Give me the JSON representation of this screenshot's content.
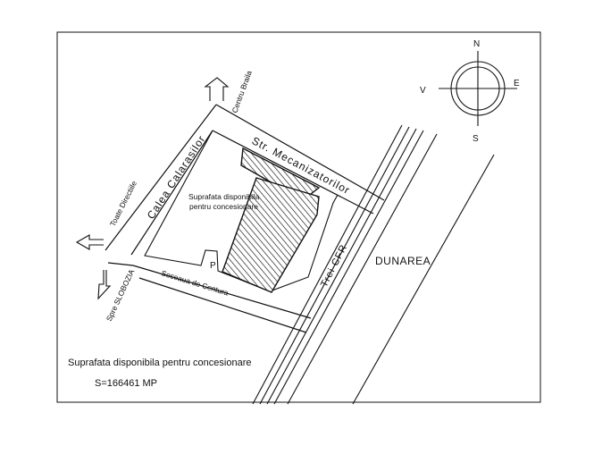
{
  "labels": {
    "centru_braila": "Centru Braila",
    "calea_calarasilor": "Calea Calarasilor",
    "str_mecanizatorilor": "Str. Mecanizatorilor",
    "toate_directiile": "Toate Directiile",
    "suprafata_line1": "Suprafata disponibila",
    "suprafata_line2": "pentru concesionare",
    "dunarea": "DUNAREA",
    "cfr": "Trei CFR",
    "parking": "P",
    "spre_slobozia": "Spre SLOBOZIA",
    "soseaua_de_centura": "Soseaua de Centura"
  },
  "compass": {
    "north": "N",
    "south": "S",
    "east": "E",
    "west": "V"
  },
  "legend": {
    "title": "Suprafata disponibila pentru concesionare",
    "area": "S=166461  MP"
  },
  "colors": {
    "ink": "#111111",
    "background": "#ffffff"
  }
}
